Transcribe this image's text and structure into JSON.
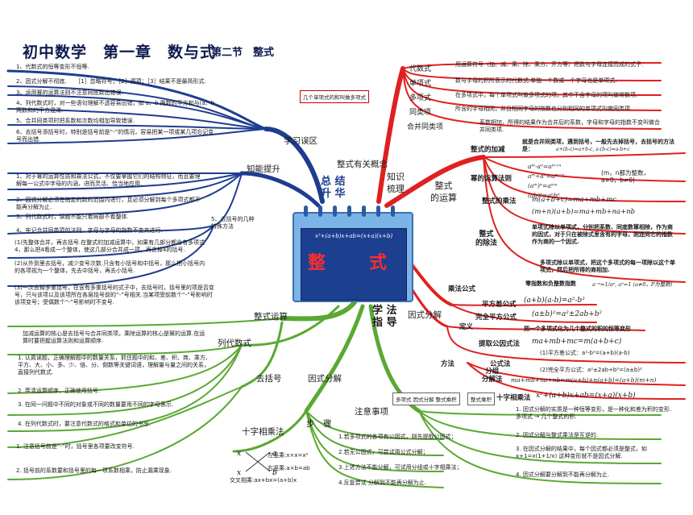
{
  "header": {
    "title": "初中数学　第一章　数与式",
    "subtitle": "第二节　整式"
  },
  "center": {
    "formula": "x²+(a+b)x+ab=(x+a)(x+b)",
    "word": "整　式"
  },
  "main_branches": {
    "summary": "总 结\n升 华",
    "knowledge": "知识\n梳理",
    "method": "学 法\n指 导"
  },
  "left_top": {
    "study_mistakes": "学习误区",
    "ability": "知能提升",
    "bracket_methods": "5、去括号的几种特殊方法",
    "mistakes": [
      "1、代数式的恒等变形不恒等.",
      "2、因式分解不彻底.　　［1］忽略符号；［2］漏项；［3］结果不是最简形式.",
      "3、运用幂的运算法则不注意同底数出错误.",
      "4、列代数式时，对一些语句理解不透容易出错，如 a、b 两数的平方和与(a、b两数和的平方混淆.",
      "5、合并同类项时把系数和次数均相加导致错误.",
      "6、去括号添括号时，特别是括号前是“-”的情况，容易把某一项或某几项忘记变号而出错."
    ],
    "ability_items": [
      "1、对于幂的运算性质和乘法公式，不仅要掌握它们的结构特征，而且要理解每一公式中字母的内涵，进而灵活、恰当地应用.",
      "2、因式分解必须在指定的数的范围内进行，且必须分解到每个多项式都不能再分解为止.",
      "3、列代数式时，读题不能只看局部不看整体.",
      "4、牢记合并同类项的法则，字母与字母的指数不变来进行."
    ],
    "bracket_items": [
      "(1)先整体合并，再去括号.在整式的加减运算中，如果有几部分都含有多项式4，那么把4看成一个整体，使这几部分合并成一项，再去掉4的括号.",
      "(2)从外到里去括号，减少变号次数.只含有小括号和中括号，那么把小括号内的各项视为一个整体，先去中括号，再去小括号.",
      "(3)一次去掉多重括号，在含有多重括号的式子中，去括号时，括号里的项是否变号，只与该项以及该项所在各层括号前的“-”号相关.当某项受前数个“-”号影响时该项变号；受偶数个“-”号影响时不变号."
    ]
  },
  "left_bottom": {
    "operations": "整式运算",
    "operations_note": "加减运算的核心是去括号与合并同类项，乘除运算的核心是幂的运算.在运算时要把握运算法则和运算顺序.",
    "expressions": "列代数式",
    "expressions_items": [
      "1. 认真读题，正确理解题中的数量关系，抓住题中的和、差、积、商、乘方、平方、大、小、多、少、倍、分、倒数等关键词语，理解量与量之间的关系，直接列代数式.",
      "2. 弄清运算顺序，正确使用括号.",
      "3. 在同一问题中不同的对象或不同的数量要用不同的字母表示.",
      "4. 在列代数式时，要注意代数式的格式和单位的书写."
    ],
    "bracket_removal": "去括号",
    "bracket_removal_items": [
      "1. 注意括号前是“-”时，括号里各项要改变符号.",
      "2. 括号前的系数要和括号里的每一项系数相乘，防止漏乘现象."
    ],
    "cross": "十字相乘法",
    "cross_labels": [
      "左竖乘:x×x=x²",
      "右竖乘:a×b=ab",
      "交叉相乘:ax+bx=(a+b)x"
    ],
    "factoring": "因式分解",
    "steps": "步　骤",
    "notes": "注意事项",
    "steps_items": [
      "1.若多项式的各项有公因式，则先提取公因式；",
      "2.若无公因式，可尝试用公式分解；",
      "3.上述方法不能分解，可试用分组或十字相乘法；",
      "4.反复尝试 分解到不能再分解为止."
    ],
    "notes_items": [
      "1. 因式分解的实质是一种恒等变形，是一种化和差为积的变形. 多项式 → 几个整式的积.",
      "2. 因式分解与整式乘法是互逆的.",
      "3. 在因式分解的结果中，每个因式都必须是整式，如 x+1=x(1+1/x) 这种变形就不是因式分解.",
      "4. 因式分解要分解到不能再分解为止."
    ],
    "relation_left": "多项式 因式分解 整式乘积",
    "relation_right": "整式乘积"
  },
  "right_top": {
    "overview": "整式有关概念",
    "concepts": [
      {
        "name": "代数式",
        "desc": "用运算符号（加、减、乘、除、乘方、开方等）把数与字母连接而成的式子."
      },
      {
        "name": "单项式",
        "desc": "数与字母的积所表示的代数式.单独一个数或一个字母也是单项式."
      },
      {
        "name": "多项式",
        "desc": "在多项式中，每个单项式叫做多项式的项，其中不含字母的项叫做常数项."
      },
      {
        "name": "同类项",
        "desc": "所含的字母相同，并且相同字母的指数也分别相同的单项式叫做同类项."
      },
      {
        "name": "合并同类项",
        "desc": "系数相加，所得的结果作为合并后的系数，字母和字母的指数不变叫做合并同类项."
      }
    ],
    "polynomial_note": "几个单项式的和叫做多项式"
  },
  "right_mid": {
    "operations": "整式\n的运算",
    "addition": "整式的加减",
    "addition_desc": "就是合并同类项，遇到括号，一般先去掉括号，去括号的方法是：",
    "addition_formula": "a+(b-c)=a+b-c, a-(b-c)=a-b+c",
    "power_rules": "幂的运算法则",
    "power_formulas": [
      "aᵐ·aⁿ=aᵐ⁺ⁿ",
      "aᵐ÷aⁿ=aᵐ⁻ⁿ",
      "(aᵐ)ⁿ=aᵐⁿ",
      "(ab)ⁿ=aⁿbⁿ"
    ],
    "power_condition": "(m，n都为整数，a≠0，b≠0)",
    "multiplication": "整式的乘法",
    "mult_formulas": [
      "m(a+b+c)=ma+mb+mc",
      "(m+n)(a+b)=ma+mb+na+nb"
    ],
    "division": "整式\n的除法",
    "division_items": [
      "单项式除以单项式，分别把系数、同底数幂相除，作为商的因式，对于只在被除式里含有的字母，则连同它的指数作为商的一个因式.",
      "多项式除以单项式，把这个多项式的每一项除以这个单项式，然后把所得的商相加."
    ],
    "zero_neg": "零指数和负整数指数",
    "zero_neg_formula": "a⁻ᵖ=1/aᵖ, a⁰=1 (a≠0，P为整数)"
  },
  "right_bottom": {
    "mult_formula": "乘法公式",
    "square_diff": "平方差公式",
    "square_diff_formula": "(a+b)(a-b)=a²-b²",
    "perfect_square": "完全平方公式",
    "perfect_square_formula": "(a±b)²=a²±2ab+b²",
    "factorization": "因式分解",
    "definition": "定义",
    "definition_text": "把一个多项式化为几个整式的积的恒等变形",
    "method": "方法",
    "common_factor": "提取公因式法",
    "common_factor_formula": "ma+mb+mc=m(a+b+c)",
    "formula_method": "公式法",
    "formula_items": [
      "(1)平方差公式：a²-b²=(a+b)(a-b)",
      "(2)完全平方公式：a²±2ab+b²=(a±b)²"
    ],
    "grouping": "分组\n分解法",
    "grouping_formula": "ma+mb+na+nb=m(a+b)+n(a+b)=(a+b)(m+n)",
    "cross": "十字相乘法",
    "cross_formula": "x²+(a+b)x+ab=(x+a)(x+b)"
  },
  "colors": {
    "navy": "#1e3d8f",
    "red": "#e02020",
    "green": "#5aa832",
    "cal": "#1d3f8f"
  }
}
